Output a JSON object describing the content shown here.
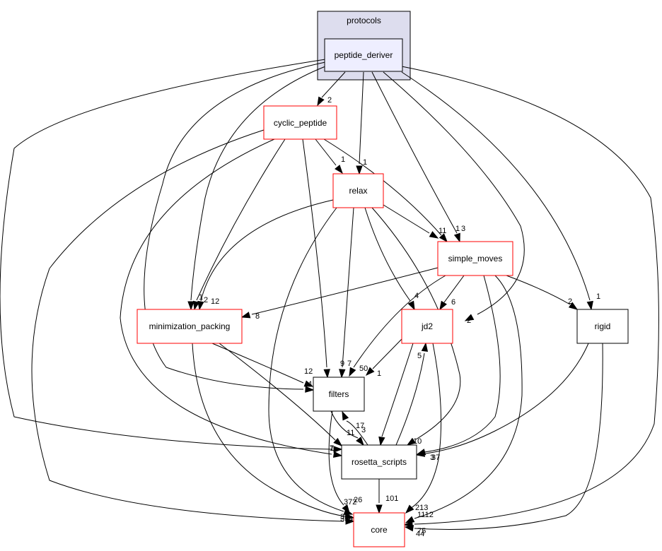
{
  "cluster": {
    "label": "protocols"
  },
  "nodes": {
    "peptide_deriver": {
      "label": "peptide_deriver",
      "border": "#000000",
      "fill": "#eeeeff"
    },
    "cyclic_peptide": {
      "label": "cyclic_peptide",
      "border": "#ff0000",
      "fill": "#ffffff"
    },
    "relax": {
      "label": "relax",
      "border": "#ff0000",
      "fill": "#ffffff"
    },
    "simple_moves": {
      "label": "simple_moves",
      "border": "#ff0000",
      "fill": "#ffffff"
    },
    "minimization_packing": {
      "label": "minimization_packing",
      "border": "#ff0000",
      "fill": "#ffffff"
    },
    "jd2": {
      "label": "jd2",
      "border": "#ff0000",
      "fill": "#ffffff"
    },
    "rigid": {
      "label": "rigid",
      "border": "#000000",
      "fill": "#ffffff"
    },
    "filters": {
      "label": "filters",
      "border": "#000000",
      "fill": "#ffffff"
    },
    "rosetta_scripts": {
      "label": "rosetta_scripts",
      "border": "#000000",
      "fill": "#ffffff"
    },
    "core": {
      "label": "core",
      "border": "#ff0000",
      "fill": "#ffffff"
    }
  },
  "edges": [
    {
      "from": "peptide_deriver",
      "to": "cyclic_peptide",
      "label": "2"
    },
    {
      "from": "peptide_deriver",
      "to": "relax",
      "label": "1"
    },
    {
      "from": "peptide_deriver",
      "to": "simple_moves",
      "label": "3"
    },
    {
      "from": "peptide_deriver",
      "to": "minimization_packing",
      "label": "1"
    },
    {
      "from": "peptide_deriver",
      "to": "jd2",
      "label": "2"
    },
    {
      "from": "peptide_deriver",
      "to": "rigid",
      "label": "1"
    },
    {
      "from": "peptide_deriver",
      "to": "filters",
      "label": "4"
    },
    {
      "from": "peptide_deriver",
      "to": "rosetta_scripts",
      "label": "7"
    },
    {
      "from": "peptide_deriver",
      "to": "core",
      "label": "44"
    },
    {
      "from": "cyclic_peptide",
      "to": "relax",
      "label": "1"
    },
    {
      "from": "cyclic_peptide",
      "to": "simple_moves",
      "label": "1"
    },
    {
      "from": "cyclic_peptide",
      "to": "minimization_packing",
      "label": "2"
    },
    {
      "from": "cyclic_peptide",
      "to": "filters",
      "label": "9"
    },
    {
      "from": "cyclic_peptide",
      "to": "rosetta_scripts",
      "label": "1"
    },
    {
      "from": "cyclic_peptide",
      "to": "core",
      "label": "354"
    },
    {
      "from": "relax",
      "to": "simple_moves",
      "label": "11"
    },
    {
      "from": "relax",
      "to": "minimization_packing",
      "label": "12"
    },
    {
      "from": "relax",
      "to": "jd2",
      "label": "4"
    },
    {
      "from": "relax",
      "to": "filters",
      "label": "7"
    },
    {
      "from": "relax",
      "to": "rosetta_scripts",
      "label": "10"
    },
    {
      "from": "relax",
      "to": "core",
      "label": "372"
    },
    {
      "from": "simple_moves",
      "to": "minimization_packing",
      "label": "8"
    },
    {
      "from": "simple_moves",
      "to": "jd2",
      "label": "6"
    },
    {
      "from": "simple_moves",
      "to": "rigid",
      "label": "2"
    },
    {
      "from": "simple_moves",
      "to": "filters",
      "label": "50"
    },
    {
      "from": "simple_moves",
      "to": "rosetta_scripts",
      "label": "37"
    },
    {
      "from": "simple_moves",
      "to": "core",
      "label": "1112"
    },
    {
      "from": "minimization_packing",
      "to": "filters",
      "label": "12"
    },
    {
      "from": "minimization_packing",
      "to": "rosetta_scripts",
      "label": "11"
    },
    {
      "from": "minimization_packing",
      "to": "core",
      "label": "35"
    },
    {
      "from": "jd2",
      "to": "filters",
      "label": "1"
    },
    {
      "from": "jd2",
      "to": "rosetta_scripts",
      "label": "7"
    },
    {
      "from": "jd2",
      "to": "core",
      "label": "213"
    },
    {
      "from": "rigid",
      "to": "rosetta_scripts",
      "label": "3"
    },
    {
      "from": "rigid",
      "to": "core",
      "label": "75"
    },
    {
      "from": "filters",
      "to": "rosetta_scripts",
      "label": "17"
    },
    {
      "from": "filters",
      "to": "core",
      "label": "26"
    },
    {
      "from": "rosetta_scripts",
      "to": "filters",
      "label": "3"
    },
    {
      "from": "rosetta_scripts",
      "to": "jd2",
      "label": "5"
    },
    {
      "from": "rosetta_scripts",
      "to": "core",
      "label": "101"
    }
  ]
}
